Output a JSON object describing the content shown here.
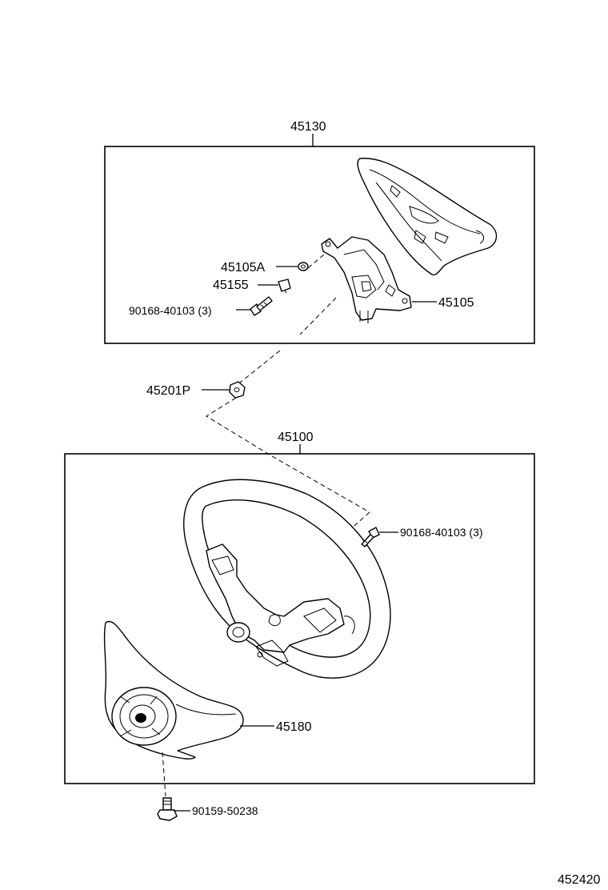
{
  "diagram": {
    "upper_group": {
      "part_number": "45130",
      "callouts": {
        "nut": "45105A",
        "screw": "45155",
        "bolt": "90168-40103 (3)",
        "bracket": "45105"
      }
    },
    "connector": {
      "part_number": "45201P"
    },
    "lower_group": {
      "part_number": "45100",
      "callouts": {
        "bolt": "90168-40103 (3)",
        "cover": "45180"
      }
    },
    "bottom_bolt": {
      "part_number": "90159-50238"
    },
    "figure_number": "452420"
  }
}
